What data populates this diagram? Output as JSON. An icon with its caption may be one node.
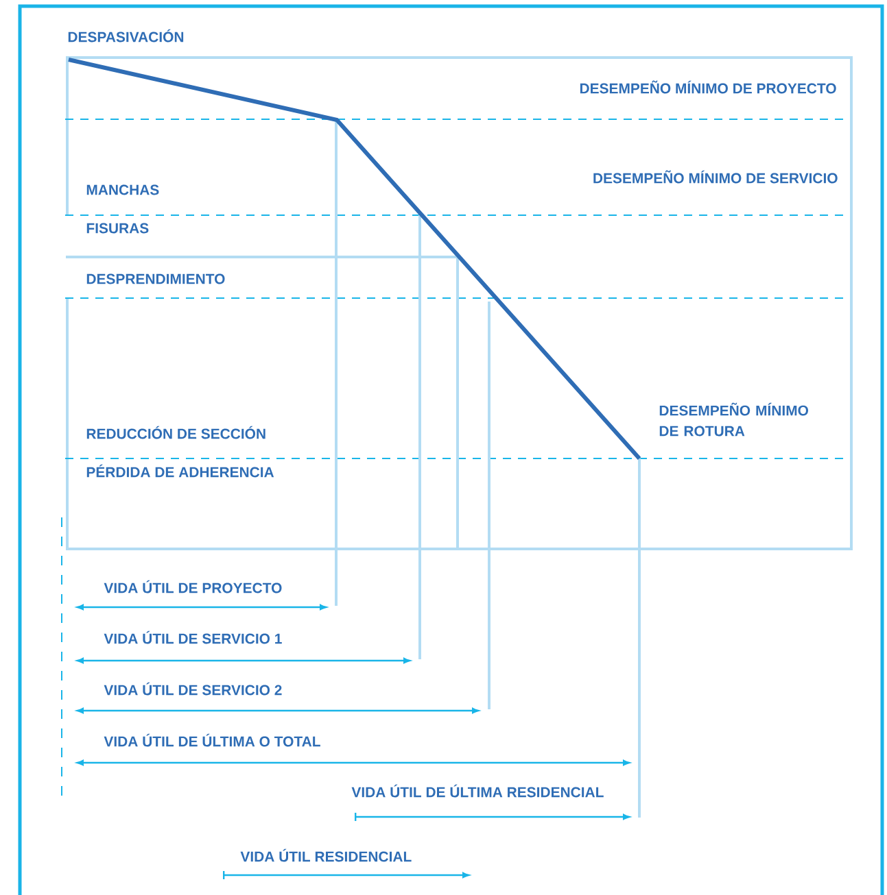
{
  "diagram": {
    "labels": [
      "DESPASIVACIÓN",
      "DESEMPEÑO MÍNIMO DE PROYECTO",
      "DESEMPEÑO MÍNIMO DE SERVICIO",
      "MANCHAS",
      "FISURAS",
      "DESPRENDIMIENTO",
      "DESEMPEÑO MÍNIMO DE ROTURA",
      "REDUCCIÓN DE SECCIÓN",
      "PÉRDIDA DE ADHERENCIA",
      "VIDA ÚTIL DE PROYECTO",
      "VIDA ÚTIL DE SERVICIO 1",
      "VIDA ÚTIL DE SERVICIO 2",
      "VIDA ÚTIL DE ÚLTIMA O TOTAL",
      "VIDA ÚTIL DE ÚLTIMA RESIDENCIAL",
      "VIDA ÚTIL RESIDENCIAL"
    ]
  }
}
